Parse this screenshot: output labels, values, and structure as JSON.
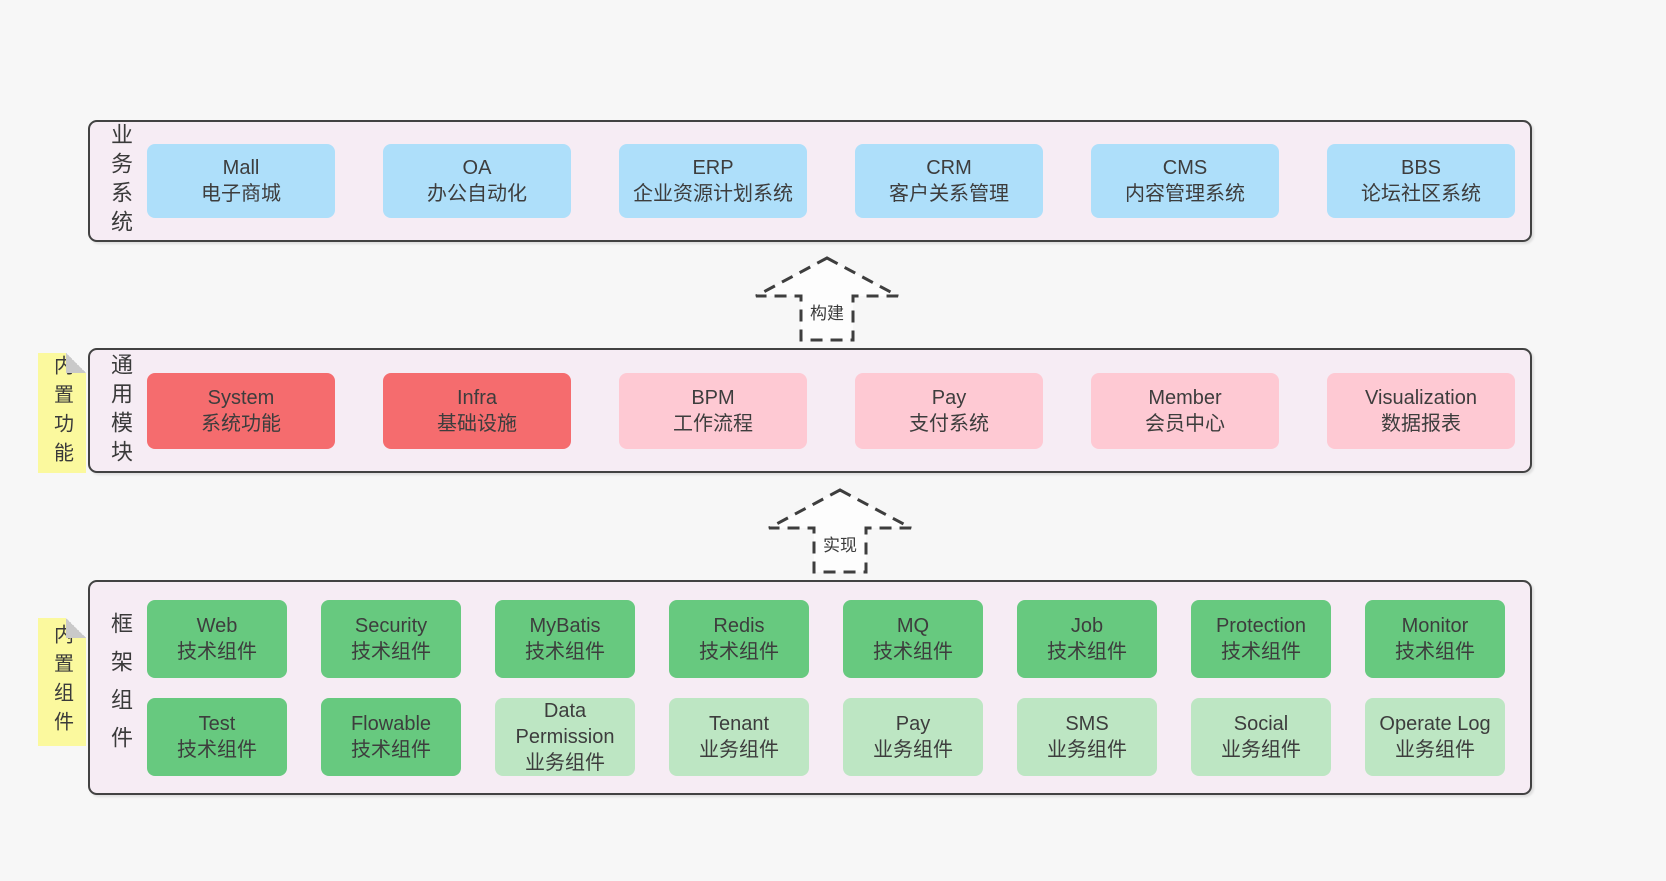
{
  "colors": {
    "page_bg": "#f7f7f7",
    "section_bg": "#f6ecf4",
    "section_border": "#424242",
    "blue": "#aedffa",
    "red": "#f56c6e",
    "pink": "#fec9d3",
    "green": "#67c97f",
    "green_light": "#bde6c3",
    "yellow": "#fbf99e",
    "fold": "#c9c9c9",
    "text": "#3d3d3d"
  },
  "arrows": [
    {
      "label": "构建"
    },
    {
      "label": "实现"
    }
  ],
  "sections": [
    {
      "label": "业务系统",
      "note": "",
      "rows": [
        [
          {
            "title": "Mall",
            "subtitle": "电子商城",
            "variant": "blue"
          },
          {
            "title": "OA",
            "subtitle": "办公自动化",
            "variant": "blue"
          },
          {
            "title": "ERP",
            "subtitle": "企业资源计划系统",
            "variant": "blue"
          },
          {
            "title": "CRM",
            "subtitle": "客户关系管理",
            "variant": "blue"
          },
          {
            "title": "CMS",
            "subtitle": "内容管理系统",
            "variant": "blue"
          },
          {
            "title": "BBS",
            "subtitle": "论坛社区系统",
            "variant": "blue"
          }
        ]
      ]
    },
    {
      "label": "通用模块",
      "note": "内置功能",
      "rows": [
        [
          {
            "title": "System",
            "subtitle": "系统功能",
            "variant": "red"
          },
          {
            "title": "Infra",
            "subtitle": "基础设施",
            "variant": "red"
          },
          {
            "title": "BPM",
            "subtitle": "工作流程",
            "variant": "pink"
          },
          {
            "title": "Pay",
            "subtitle": "支付系统",
            "variant": "pink"
          },
          {
            "title": "Member",
            "subtitle": "会员中心",
            "variant": "pink"
          },
          {
            "title": "Visualization",
            "subtitle": "数据报表",
            "variant": "pink"
          }
        ]
      ]
    },
    {
      "label": "框架组件",
      "note": "内置组件",
      "rows": [
        [
          {
            "title": "Web",
            "subtitle": "技术组件",
            "variant": "green"
          },
          {
            "title": "Security",
            "subtitle": "技术组件",
            "variant": "green"
          },
          {
            "title": "MyBatis",
            "subtitle": "技术组件",
            "variant": "green"
          },
          {
            "title": "Redis",
            "subtitle": "技术组件",
            "variant": "green"
          },
          {
            "title": "MQ",
            "subtitle": "技术组件",
            "variant": "green"
          },
          {
            "title": "Job",
            "subtitle": "技术组件",
            "variant": "green"
          },
          {
            "title": "Protection",
            "subtitle": "技术组件",
            "variant": "green"
          },
          {
            "title": "Monitor",
            "subtitle": "技术组件",
            "variant": "green"
          }
        ],
        [
          {
            "title": "Test",
            "subtitle": "技术组件",
            "variant": "green"
          },
          {
            "title": "Flowable",
            "subtitle": "技术组件",
            "variant": "green"
          },
          {
            "title": "Data Permission",
            "subtitle": "业务组件",
            "variant": "green-light"
          },
          {
            "title": "Tenant",
            "subtitle": "业务组件",
            "variant": "green-light"
          },
          {
            "title": "Pay",
            "subtitle": "业务组件",
            "variant": "green-light"
          },
          {
            "title": "SMS",
            "subtitle": "业务组件",
            "variant": "green-light"
          },
          {
            "title": "Social",
            "subtitle": "业务组件",
            "variant": "green-light"
          },
          {
            "title": "Operate Log",
            "subtitle": "业务组件",
            "variant": "green-light"
          }
        ]
      ]
    }
  ]
}
